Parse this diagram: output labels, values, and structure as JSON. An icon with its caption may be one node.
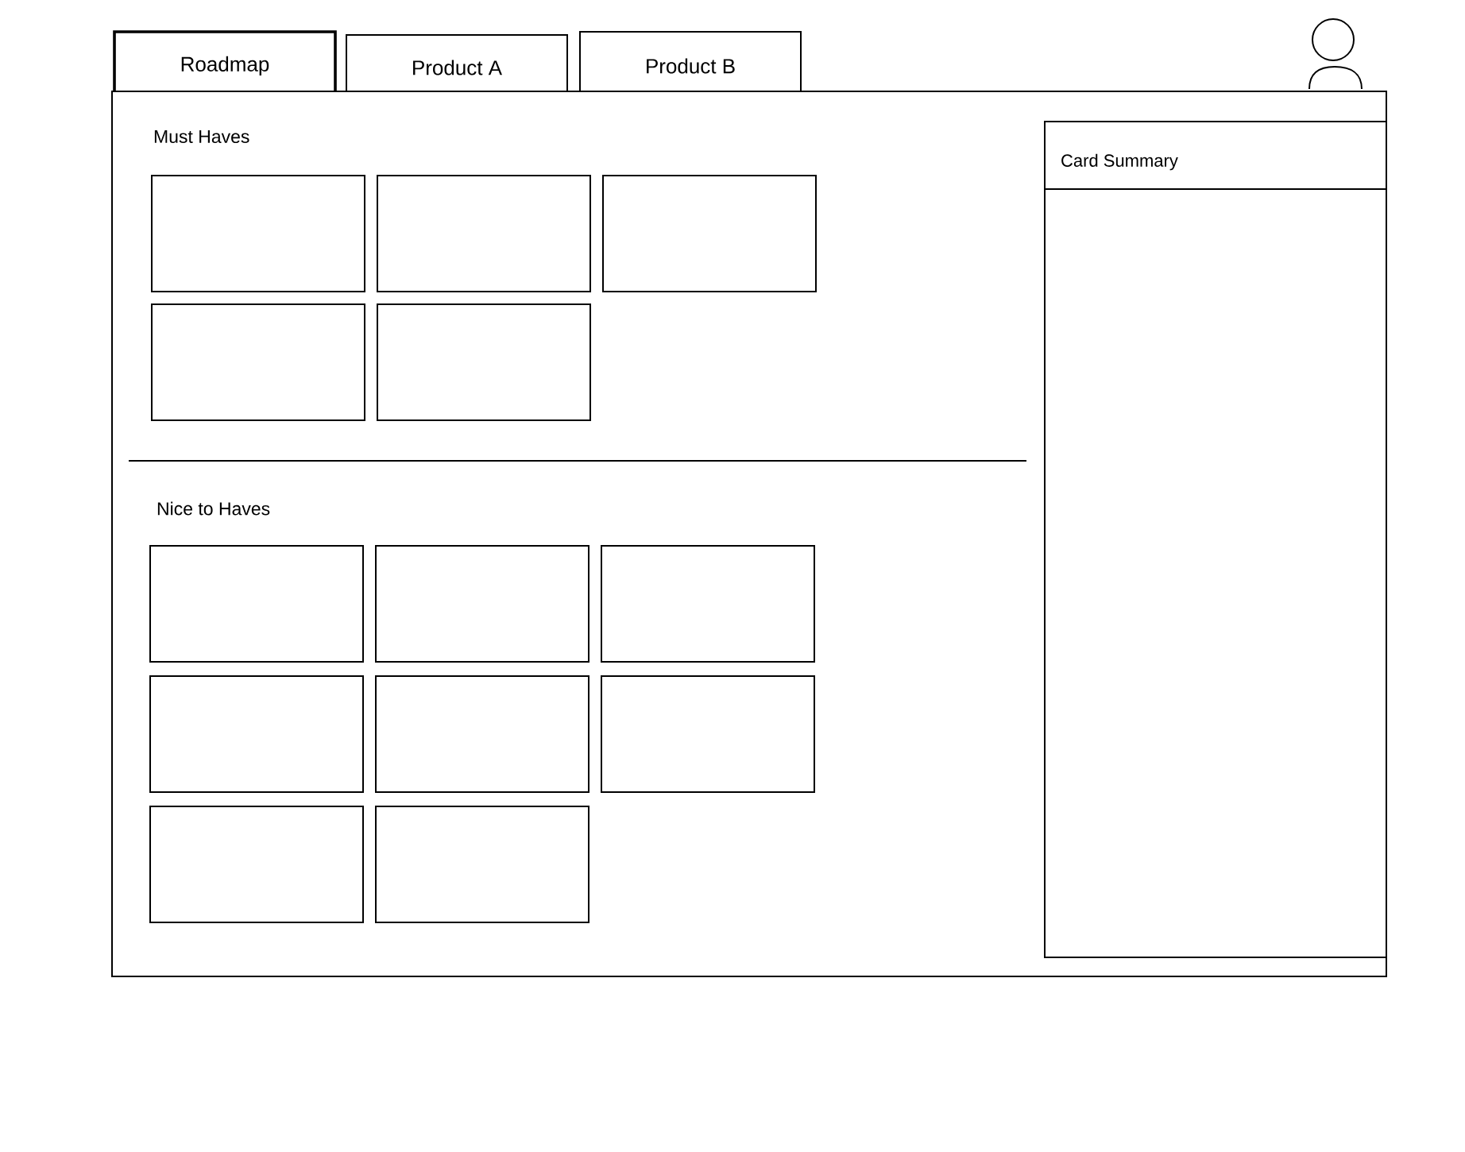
{
  "diagram": {
    "nodes": [
      {
        "text": [],
        "shape": "box"
      },
      {
        "text": [
          "Roadmap"
        ]
      },
      {
        "text": [
          "Product A"
        ]
      },
      {
        "text": [
          "Product B"
        ]
      },
      {
        "text": [
          "Card Summary"
        ],
        "in": 0
      },
      {
        "text": [],
        "shape": "box",
        "in": 0
      },
      {
        "text": [],
        "shape": "box",
        "in": 0
      },
      {
        "text": [],
        "shape": "box",
        "in": 0
      },
      {
        "text": [],
        "shape": "box",
        "in": 0
      },
      {
        "text": [],
        "shape": "box",
        "in": 0
      },
      {
        "text": [],
        "shape": "box",
        "in": 0
      },
      {
        "text": [],
        "shape": "box",
        "in": 0
      },
      {
        "text": [],
        "shape": "box",
        "in": 0
      },
      {
        "text": [],
        "shape": "box",
        "in": 0
      },
      {
        "text": [],
        "shape": "box",
        "in": 0
      },
      {
        "text": [],
        "shape": "box",
        "in": 0
      },
      {
        "text": [],
        "shape": "box",
        "in": 0
      },
      {
        "text": [],
        "shape": "box",
        "in": 0
      }
    ],
    "labels": [
      "Must Haves",
      "Nice to Haves"
    ]
  }
}
